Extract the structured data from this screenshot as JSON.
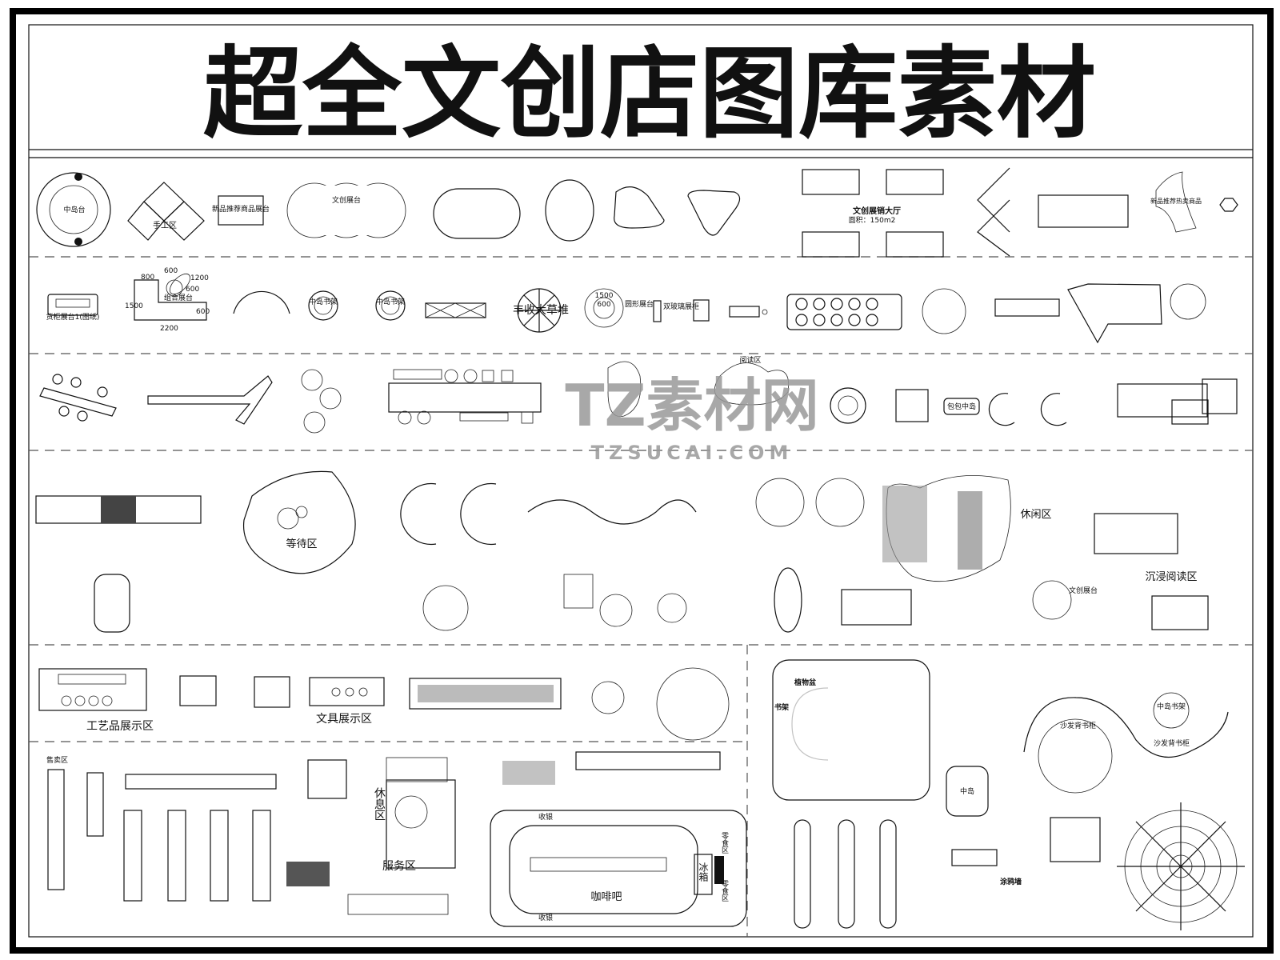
{
  "title": "超全文创店图库素材",
  "watermark": {
    "logo": "TZ素材网",
    "url": "TZSUCAI.COM"
  },
  "row1": {
    "center_island": "中岛台",
    "craft_area": "手工区",
    "new_products_stand": "新品推荐商品展台",
    "creative_stand": "文创展台",
    "hall": "文创展销大厅",
    "hall_area": "面积：150m2",
    "new_hot": "新品推荐热卖商品"
  },
  "row2": {
    "cabinet_stand": "货柜展台1(图纸)",
    "combo_stand": "组合展台",
    "dims": [
      "600",
      "800",
      "1200",
      "600",
      "1500",
      "600",
      "2200"
    ],
    "island_shelf_1": "中岛书架",
    "island_shelf_2": "中岛书架",
    "haystack": "丰收大草堆",
    "round_stand": "圆形展台",
    "round_dims": [
      "1500",
      "600"
    ],
    "glass_cabinet": "双玻璃展柜"
  },
  "row3": {
    "reading_area": "阅读区",
    "bag_island": "包包中岛"
  },
  "row4": {
    "waiting_area": "等待区",
    "leisure_area": "休闲区",
    "immersive_reading": "沉浸阅读区",
    "creative_stand": "文创展台"
  },
  "row5": {
    "craft_display": "工艺品展示区",
    "stationery_display": "文具展示区",
    "plant_pot": "植物盆",
    "bookshelf": "书架",
    "sofa_shelf_1": "沙发背书柜",
    "sofa_shelf_2": "沙发背书柜",
    "island_shelf": "中岛书架"
  },
  "row6": {
    "sales_area": "售卖区",
    "rest_area": "休息区",
    "service_area": "服务区",
    "cashier_1": "收银",
    "cashier_2": "收银",
    "cafe": "咖啡吧",
    "fridge": "冰箱",
    "snack_1": "零食区",
    "snack_2": "零食区",
    "island": "中岛",
    "graffiti_wall": "涂鸦墙"
  }
}
